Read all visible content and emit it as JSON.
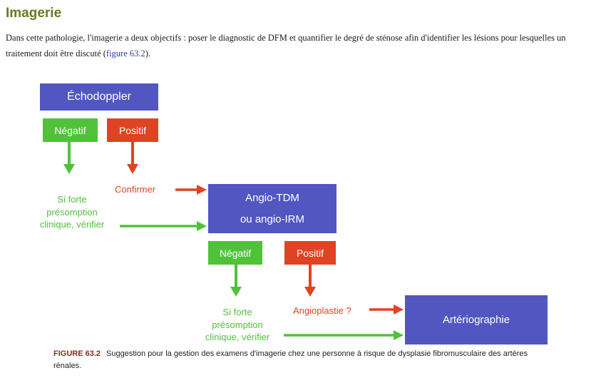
{
  "section": {
    "title": "Imagerie",
    "paragraph_text": "Dans cette pathologie, l'imagerie a deux objectifs : poser le diagnostic de DFM et quantifier le degré de sténose afin d'identifier les lésions pour lesquelles un traitement doit être discuté (",
    "paragraph_ref": "figure 63.2",
    "paragraph_end": ")."
  },
  "diagram": {
    "echodoppler": "Échodoppler",
    "negatif_1": "Négatif",
    "positif_1": "Positif",
    "confirmer": "Confirmer",
    "presomption_1": [
      "Si forte",
      "présomption",
      "clinique, vérifier"
    ],
    "angio_line1": "Angio-TDM",
    "angio_line2": "ou angio-IRM",
    "negatif_2": "Négatif",
    "positif_2": "Positif",
    "presomption_2": [
      "Si forte",
      "présomption",
      "clinique, vérifier"
    ],
    "angioplastie": "Angioplastie ?",
    "arteriographie": "Artériographie",
    "colors": {
      "blue": "#5156c1",
      "green": "#4fc23a",
      "red": "#df4321"
    }
  },
  "caption": {
    "label": "FIGURE 63.2",
    "text": "Suggestion pour la gestion des examens d'imagerie chez une personne à risque de dysplasie fibromusculaire des artères rénales."
  }
}
